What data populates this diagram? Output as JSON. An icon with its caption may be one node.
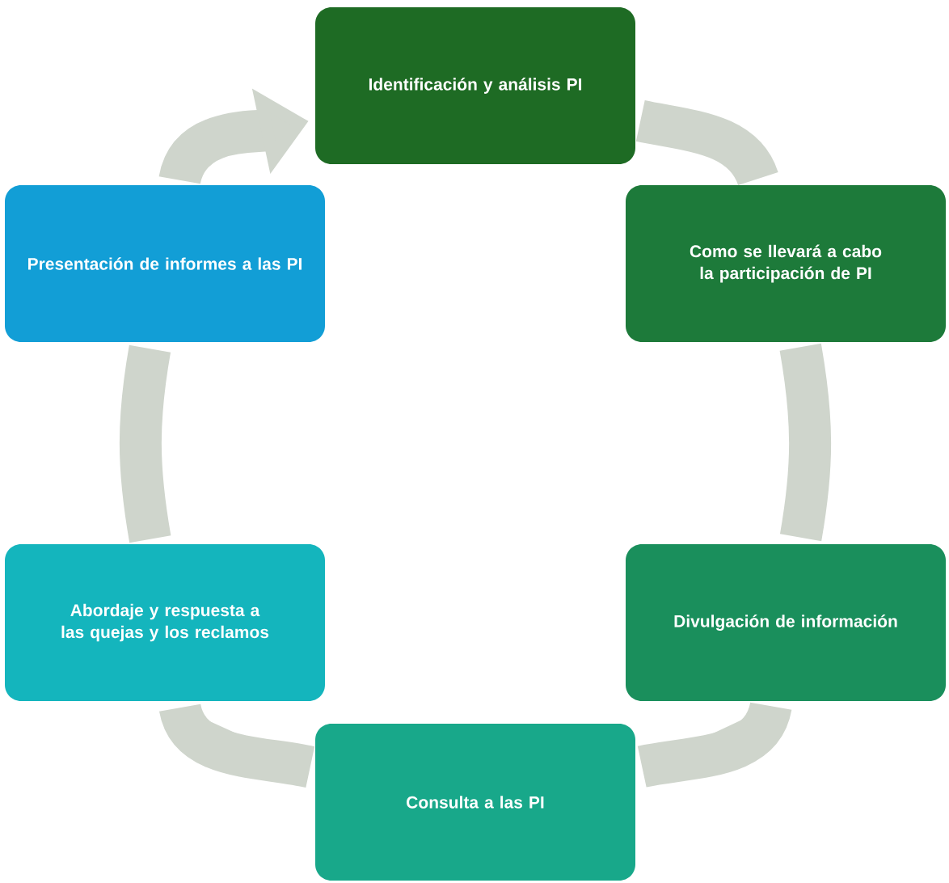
{
  "diagram": {
    "nodes": [
      {
        "text": [
          "Identificación y análisis PI"
        ]
      },
      {
        "text": [
          "Como se llevará a cabo la participación de PI"
        ]
      },
      {
        "text": [
          "Divulgación de información"
        ]
      },
      {
        "text": [
          "Consulta a las PI"
        ]
      },
      {
        "text": [
          "Abordaje y  respuesta a las quejas y los reclamos"
        ]
      },
      {
        "text": [
          "Presentación de informes a las PI"
        ]
      }
    ],
    "edges": [
      {
        "from": 0,
        "to": 1,
        "arrow": "none"
      },
      {
        "from": 1,
        "to": 2,
        "arrow": "none"
      },
      {
        "from": 2,
        "to": 3,
        "arrow": "none"
      },
      {
        "from": 3,
        "to": 4,
        "arrow": "none"
      },
      {
        "from": 4,
        "to": 5,
        "arrow": "none"
      },
      {
        "from": 5,
        "to": 0,
        "arrow": "to"
      }
    ]
  }
}
